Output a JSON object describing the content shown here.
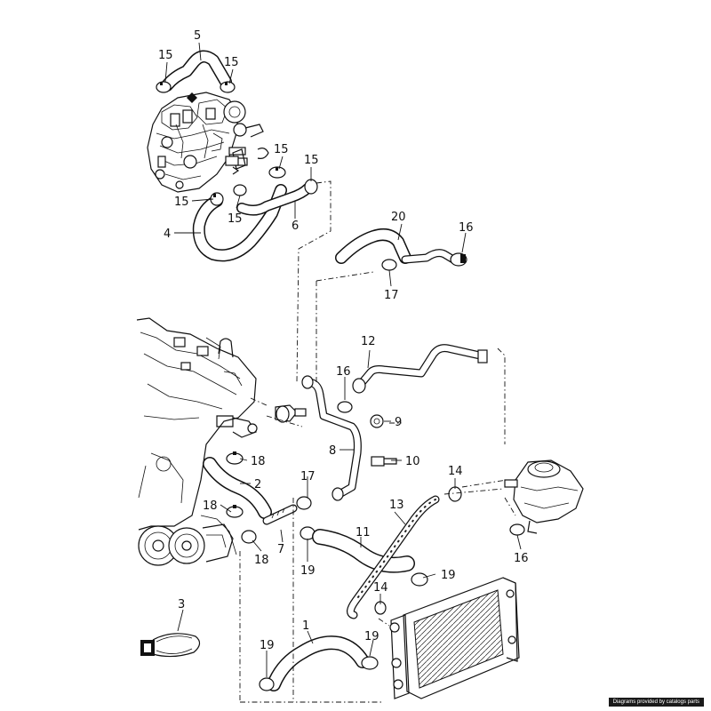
{
  "callouts": {
    "c1": "1",
    "c2": "2",
    "c3": "3",
    "c4": "4",
    "c5": "5",
    "c6": "6",
    "c7": "7",
    "c8": "8",
    "c9": "9",
    "c10": "10",
    "c11": "11",
    "c12": "12",
    "c13": "13",
    "c14a": "14",
    "c14b": "14",
    "c15a": "15",
    "c15b": "15",
    "c15c": "15",
    "c15d": "15",
    "c15e": "15",
    "c15f": "15",
    "c16a": "16",
    "c16b": "16",
    "c16c": "16",
    "c17a": "17",
    "c17b": "17",
    "c18a": "18",
    "c18b": "18",
    "c18c": "18",
    "c19a": "19",
    "c19b": "19",
    "c19c": "19",
    "c19d": "19",
    "c20": "20"
  },
  "watermark": "Diagrams provided by catalogs parts"
}
